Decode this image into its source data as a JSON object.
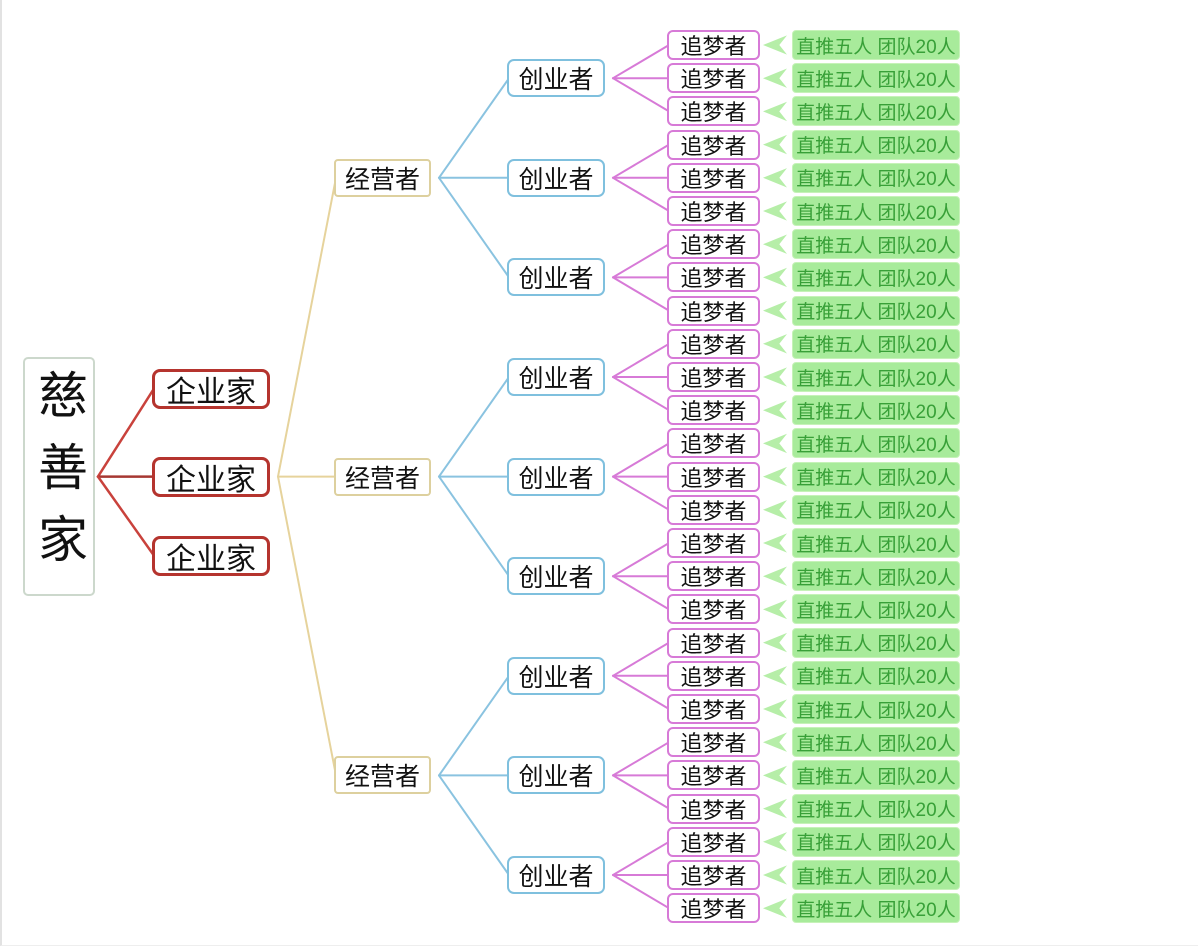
{
  "colors": {
    "background": "#ffffff",
    "root_border": "#ccd8cc",
    "enterpriser_border": "#b5342e",
    "enterpriser_line": "#c9423c",
    "enterpriser_line_mid": "#a63732",
    "operator_border": "#ddd09e",
    "operator_line": "#e6d39c",
    "founder_border": "#7fc0de",
    "founder_line": "#8ac3e0",
    "dreamer_border": "#d77ad7",
    "dreamer_line": "#d77ad7",
    "tag_bg": "#a8eb9b",
    "tag_border": "#c6f2b8",
    "tag_text": "#38a038",
    "tag_arrow": "#b6eea8"
  },
  "tree": {
    "label": "慈善家",
    "children": [
      {
        "label": "企业家",
        "children": []
      },
      {
        "label": "企业家",
        "children": [
          {
            "label": "经营者",
            "children": [
              {
                "label": "创业者",
                "children": [
                  {
                    "label": "追梦者",
                    "tag": "直推五人 团队20人"
                  },
                  {
                    "label": "追梦者",
                    "tag": "直推五人 团队20人"
                  },
                  {
                    "label": "追梦者",
                    "tag": "直推五人 团队20人"
                  }
                ]
              },
              {
                "label": "创业者",
                "children": [
                  {
                    "label": "追梦者",
                    "tag": "直推五人 团队20人"
                  },
                  {
                    "label": "追梦者",
                    "tag": "直推五人 团队20人"
                  },
                  {
                    "label": "追梦者",
                    "tag": "直推五人 团队20人"
                  }
                ]
              },
              {
                "label": "创业者",
                "children": [
                  {
                    "label": "追梦者",
                    "tag": "直推五人 团队20人"
                  },
                  {
                    "label": "追梦者",
                    "tag": "直推五人 团队20人"
                  },
                  {
                    "label": "追梦者",
                    "tag": "直推五人 团队20人"
                  }
                ]
              }
            ]
          },
          {
            "label": "经营者",
            "children": [
              {
                "label": "创业者",
                "children": [
                  {
                    "label": "追梦者",
                    "tag": "直推五人 团队20人"
                  },
                  {
                    "label": "追梦者",
                    "tag": "直推五人 团队20人"
                  },
                  {
                    "label": "追梦者",
                    "tag": "直推五人 团队20人"
                  }
                ]
              },
              {
                "label": "创业者",
                "children": [
                  {
                    "label": "追梦者",
                    "tag": "直推五人 团队20人"
                  },
                  {
                    "label": "追梦者",
                    "tag": "直推五人 团队20人"
                  },
                  {
                    "label": "追梦者",
                    "tag": "直推五人 团队20人"
                  }
                ]
              },
              {
                "label": "创业者",
                "children": [
                  {
                    "label": "追梦者",
                    "tag": "直推五人 团队20人"
                  },
                  {
                    "label": "追梦者",
                    "tag": "直推五人 团队20人"
                  },
                  {
                    "label": "追梦者",
                    "tag": "直推五人 团队20人"
                  }
                ]
              }
            ]
          },
          {
            "label": "经营者",
            "children": [
              {
                "label": "创业者",
                "children": [
                  {
                    "label": "追梦者",
                    "tag": "直推五人 团队20人"
                  },
                  {
                    "label": "追梦者",
                    "tag": "直推五人 团队20人"
                  },
                  {
                    "label": "追梦者",
                    "tag": "直推五人 团队20人"
                  }
                ]
              },
              {
                "label": "创业者",
                "children": [
                  {
                    "label": "追梦者",
                    "tag": "直推五人 团队20人"
                  },
                  {
                    "label": "追梦者",
                    "tag": "直推五人 团队20人"
                  },
                  {
                    "label": "追梦者",
                    "tag": "直推五人 团队20人"
                  }
                ]
              },
              {
                "label": "创业者",
                "children": [
                  {
                    "label": "追梦者",
                    "tag": "直推五人 团队20人"
                  },
                  {
                    "label": "追梦者",
                    "tag": "直推五人 团队20人"
                  },
                  {
                    "label": "追梦者",
                    "tag": "直推五人 团队20人"
                  }
                ]
              }
            ]
          }
        ]
      },
      {
        "label": "企业家",
        "children": []
      }
    ]
  }
}
